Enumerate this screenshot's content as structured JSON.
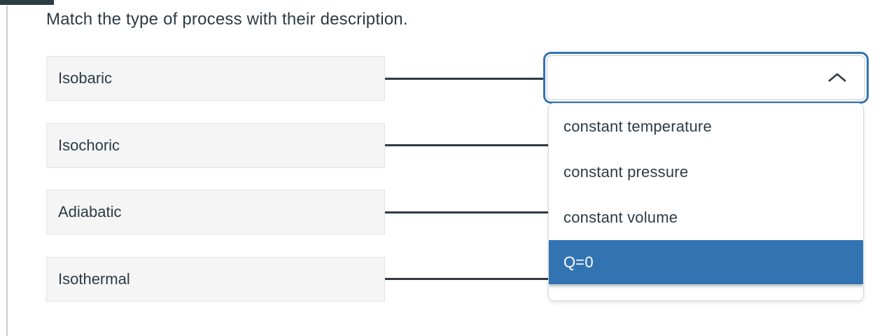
{
  "page": {
    "background": "#ffffff",
    "accent_blue": "#3273b2",
    "text_dark": "#2d3b45"
  },
  "question": {
    "title": "Match the type of process with their description."
  },
  "terms": [
    {
      "label": "Isobaric"
    },
    {
      "label": "Isochoric"
    },
    {
      "label": "Adiabatic"
    },
    {
      "label": "Isothermal"
    }
  ],
  "dropdown": {
    "selected_value": "",
    "chevron_icon": "chevron-up",
    "options": [
      {
        "label": "constant temperature",
        "highlighted": false
      },
      {
        "label": "constant pressure",
        "highlighted": false
      },
      {
        "label": "constant volume",
        "highlighted": false
      },
      {
        "label": "Q=0",
        "highlighted": true
      }
    ]
  }
}
